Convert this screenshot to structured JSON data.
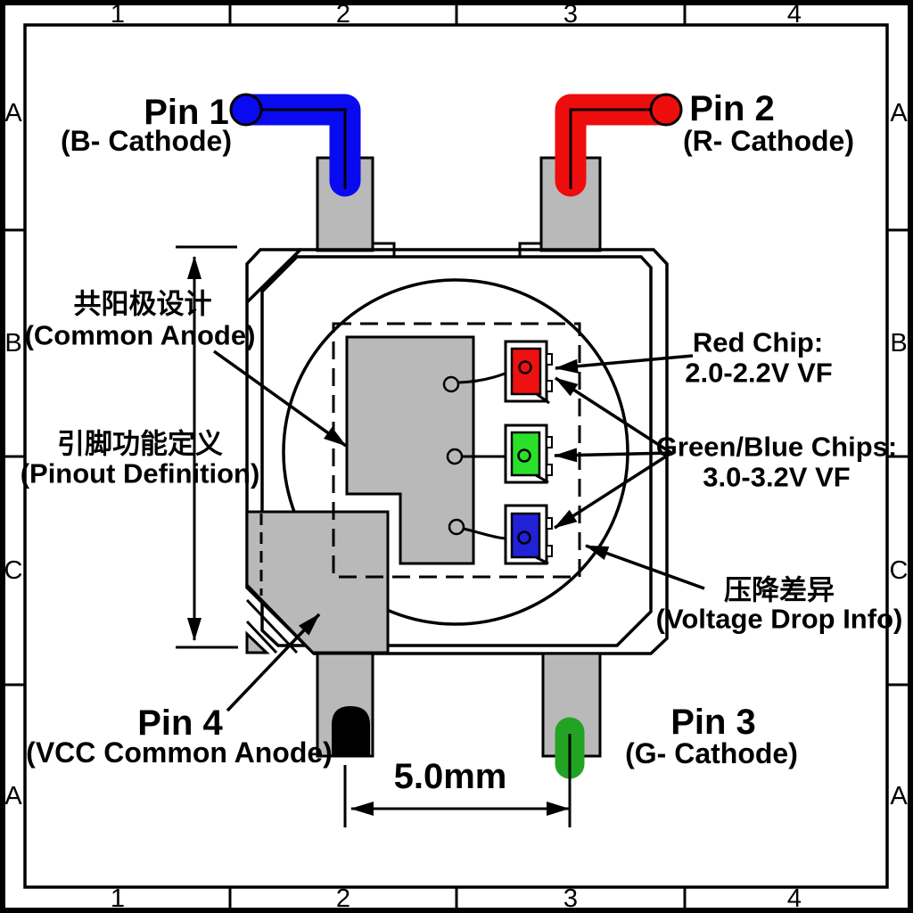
{
  "frame": {
    "top_labels": [
      "1",
      "2",
      "3",
      "4"
    ],
    "bottom_labels": [
      "1",
      "2",
      "3",
      "4"
    ],
    "left_labels": [
      "A",
      "B",
      "C",
      "A"
    ],
    "right_labels": [
      "A",
      "B",
      "C",
      "A"
    ]
  },
  "labels": {
    "pin1_title": "Pin 1",
    "pin1_sub": "(B- Cathode)",
    "pin2_title": "Pin 2",
    "pin2_sub": "(R- Cathode)",
    "pin3_title": "Pin 3",
    "pin3_sub": "(G- Cathode)",
    "pin4_title": "Pin 4",
    "pin4_sub": "(VCC Common Anode)",
    "common_anode_zh": "共阳极设计",
    "common_anode_en": "(Common Anode)",
    "pinout_zh": "引脚功能定义",
    "pinout_en": "(Pinout Definition)",
    "red_chip_line1": "Red Chip:",
    "red_chip_line2": "2.0-2.2V VF",
    "gb_chips_line1": "Green/Blue Chips:",
    "gb_chips_line2": "3.0-3.2V VF",
    "vdrop_zh": "压降差异",
    "vdrop_en": "(Voltage Drop Info)",
    "dimension": "5.0mm"
  },
  "colors": {
    "blue_wire": "#0a0af0",
    "red_wire": "#ee0d0d",
    "green_wire": "#23a323",
    "black_wire": "#000000",
    "chip_red": "#ee1111",
    "chip_green": "#2ae02a",
    "chip_blue": "#2121d8",
    "lead_gray": "#b9b9b9",
    "line_black": "#000000"
  }
}
